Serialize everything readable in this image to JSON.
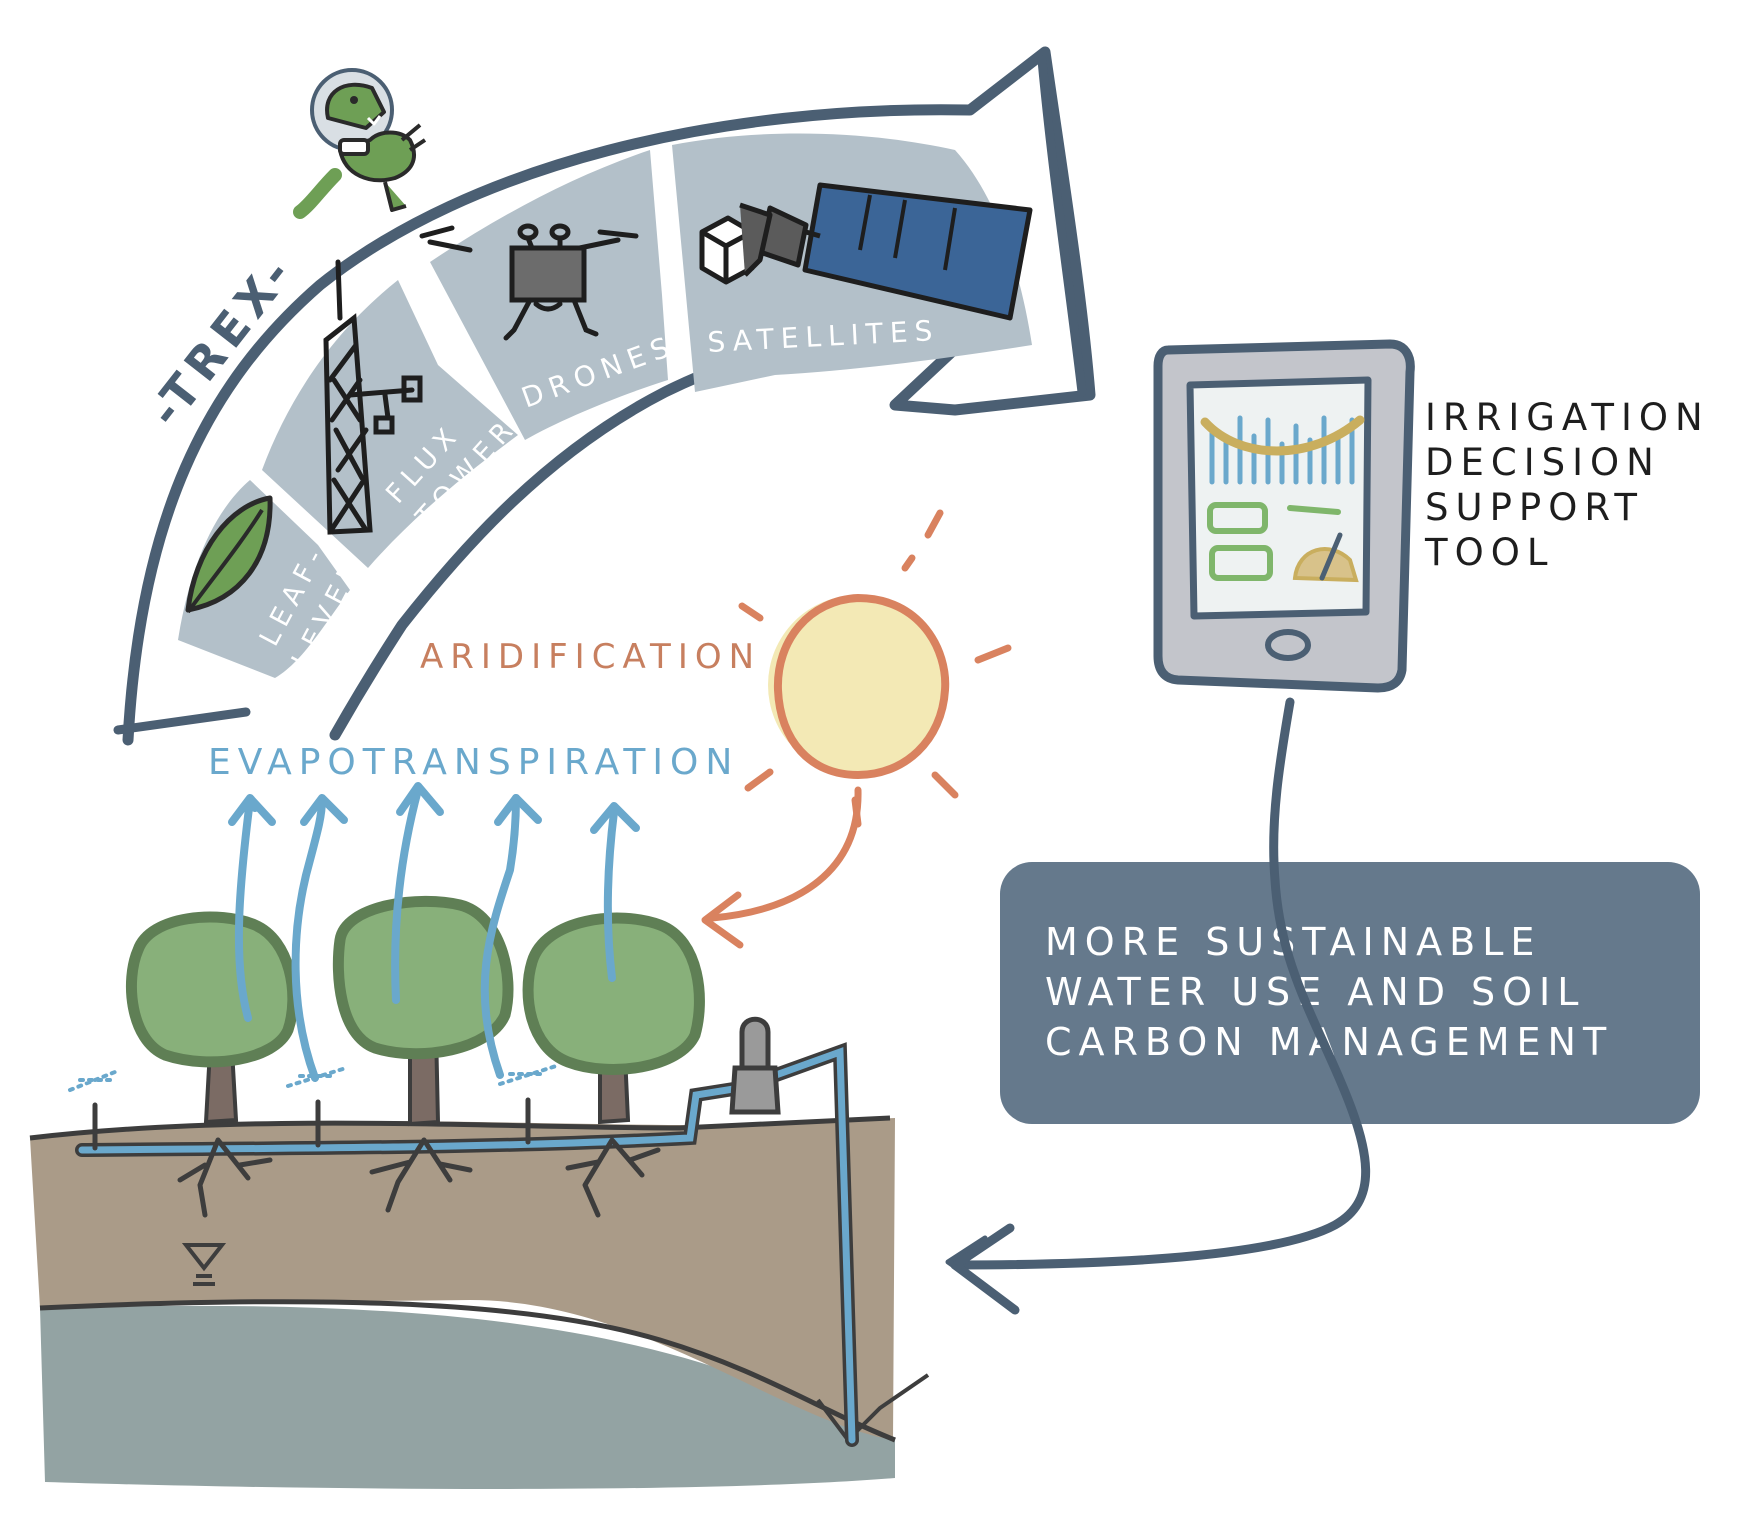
{
  "colors": {
    "outline": "#4b5f73",
    "panel": "#b3c0c9",
    "panel_text": "#ffffff",
    "water": "#6aa8cc",
    "sun_ring": "#d9825f",
    "sun_fill": "#f3e9b5",
    "aridification": "#c77f5f",
    "tree_fill": "#88b07a",
    "tree_edge": "#5f7f55",
    "soil": "#aa9b88",
    "groundwater": "#93a3a3",
    "callout": "#65798c",
    "tablet_body": "#c3c5cb",
    "screen_bg": "#eef2f2",
    "chart_curve": "#c9ae5e",
    "green_ui": "#7fb66b",
    "solar_panel": "#3b6597",
    "trex_green": "#6e9f55"
  },
  "arrow": {
    "title": "-TREX-",
    "panels": {
      "leaf": "LEAF-\nLEVEL",
      "flux": "FLUX\nTOWER",
      "drones": "DRONES",
      "satellites": "SATELLITES"
    }
  },
  "labels": {
    "aridification": "ARIDIFICATION",
    "evapotranspiration": "EVAPOTRANSPIRATION",
    "tool": [
      "IRRIGATION",
      "DECISION",
      "SUPPORT",
      "TOOL"
    ],
    "outcome": [
      "MORE SUSTAINABLE",
      "WATER USE AND SOIL",
      "CARBON MANAGEMENT"
    ]
  },
  "icons": {
    "mascot": "astronaut-dinosaur-icon",
    "leaf": "leaf-icon",
    "tower": "flux-tower-icon",
    "drone": "drone-icon",
    "satellite": "satellite-icon",
    "sun": "sun-icon",
    "tablet": "tablet-icon",
    "pump": "pump-icon",
    "water_table": "water-table-icon"
  }
}
